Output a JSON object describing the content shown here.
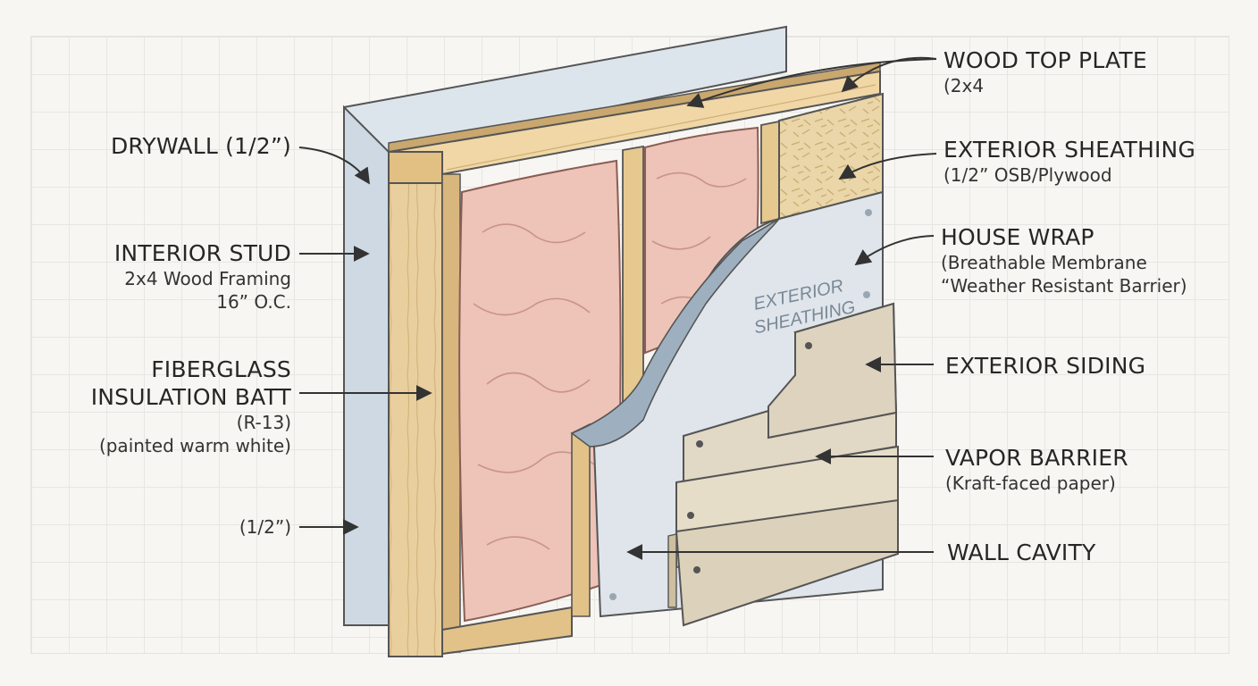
{
  "labels": {
    "drywall": {
      "title": "DRYWALL (1/2”)"
    },
    "interior_stud": {
      "title": "INTERIOR STUD",
      "line1": "2x4 Wood Framing",
      "line2": "16” O.C."
    },
    "insulation": {
      "title1": "FIBERGLASS",
      "title2": "INSULATION BATT",
      "line1": "(R-13)",
      "line2": "(painted warm white)"
    },
    "half_inch": {
      "title": "(1/2”)"
    },
    "top_plate": {
      "title": "WOOD TOP PLATE",
      "line1": "(2x4"
    },
    "ext_sheathing": {
      "title": "EXTERIOR SHEATHING",
      "line1": "(1/2” OSB/Plywood"
    },
    "house_wrap": {
      "title": "HOUSE WRAP",
      "line1": "(Breathable Membrane",
      "line2": "“Weather Resistant Barrier)"
    },
    "ext_siding": {
      "title": "EXTERIOR SIDING"
    },
    "vapor_barrier": {
      "title": "VAPOR BARRIER",
      "line1": "(Kraft-faced paper)"
    },
    "wall_cavity": {
      "title": "WALL CAVITY"
    }
  },
  "wrap_print": {
    "line1": "EXTERIOR",
    "line2": "SHEATHING"
  },
  "colors": {
    "drywall": "#dde5ec",
    "wood": "#e9cf9e",
    "insulation": "#eec3b8",
    "house_wrap": "#dfe5ea",
    "siding": "#ddd3bf",
    "osb": "#ead6a8",
    "ink": "#333333"
  }
}
